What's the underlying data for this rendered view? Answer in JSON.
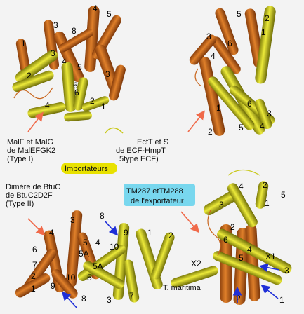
{
  "captions": {
    "malf": [
      "MalF et MalG",
      "de MalEFGK2",
      "(Type I)"
    ],
    "ecf": [
      "EcfT  et S",
      "de ECF-HmpT",
      "5type ECF)"
    ],
    "importateurs": "Importateurs",
    "btuc": [
      "Dimère de BtuC",
      "de BtuC2D2F",
      "(Type II)"
    ],
    "tm": [
      "TM287 etTM288",
      "de l'exportateur"
    ],
    "maritima": "T. maritima"
  },
  "colors": {
    "orange": "#c9661e",
    "yellow": "#c9c81a",
    "arrow_red": "#f06a4a",
    "arrow_blue": "#1f2fd8",
    "importateurs_bg": "#e8e100",
    "exporter_bg": "#78d7ee"
  },
  "labels": {
    "malefgk": [
      "1",
      "2",
      "3",
      "4",
      "8",
      "5",
      "3",
      "4",
      "5",
      "6",
      "2",
      "1",
      "4",
      "3",
      "6"
    ],
    "ecf": [
      "5",
      "6",
      "2",
      "3",
      "1",
      "4",
      "1",
      "6",
      "2",
      "3",
      "5",
      "4"
    ],
    "btuc": [
      "8",
      "3",
      "4",
      "6",
      "5",
      "7",
      "2",
      "1",
      "9",
      "10",
      "5A",
      "4",
      "8",
      "9",
      "1",
      "2",
      "10",
      "3",
      "5A",
      "5",
      "7"
    ],
    "tm": [
      "4",
      "2",
      "5",
      "3",
      "1",
      "2",
      "6",
      "5",
      "4",
      "X1",
      "X2",
      "3",
      "1",
      "2"
    ]
  }
}
